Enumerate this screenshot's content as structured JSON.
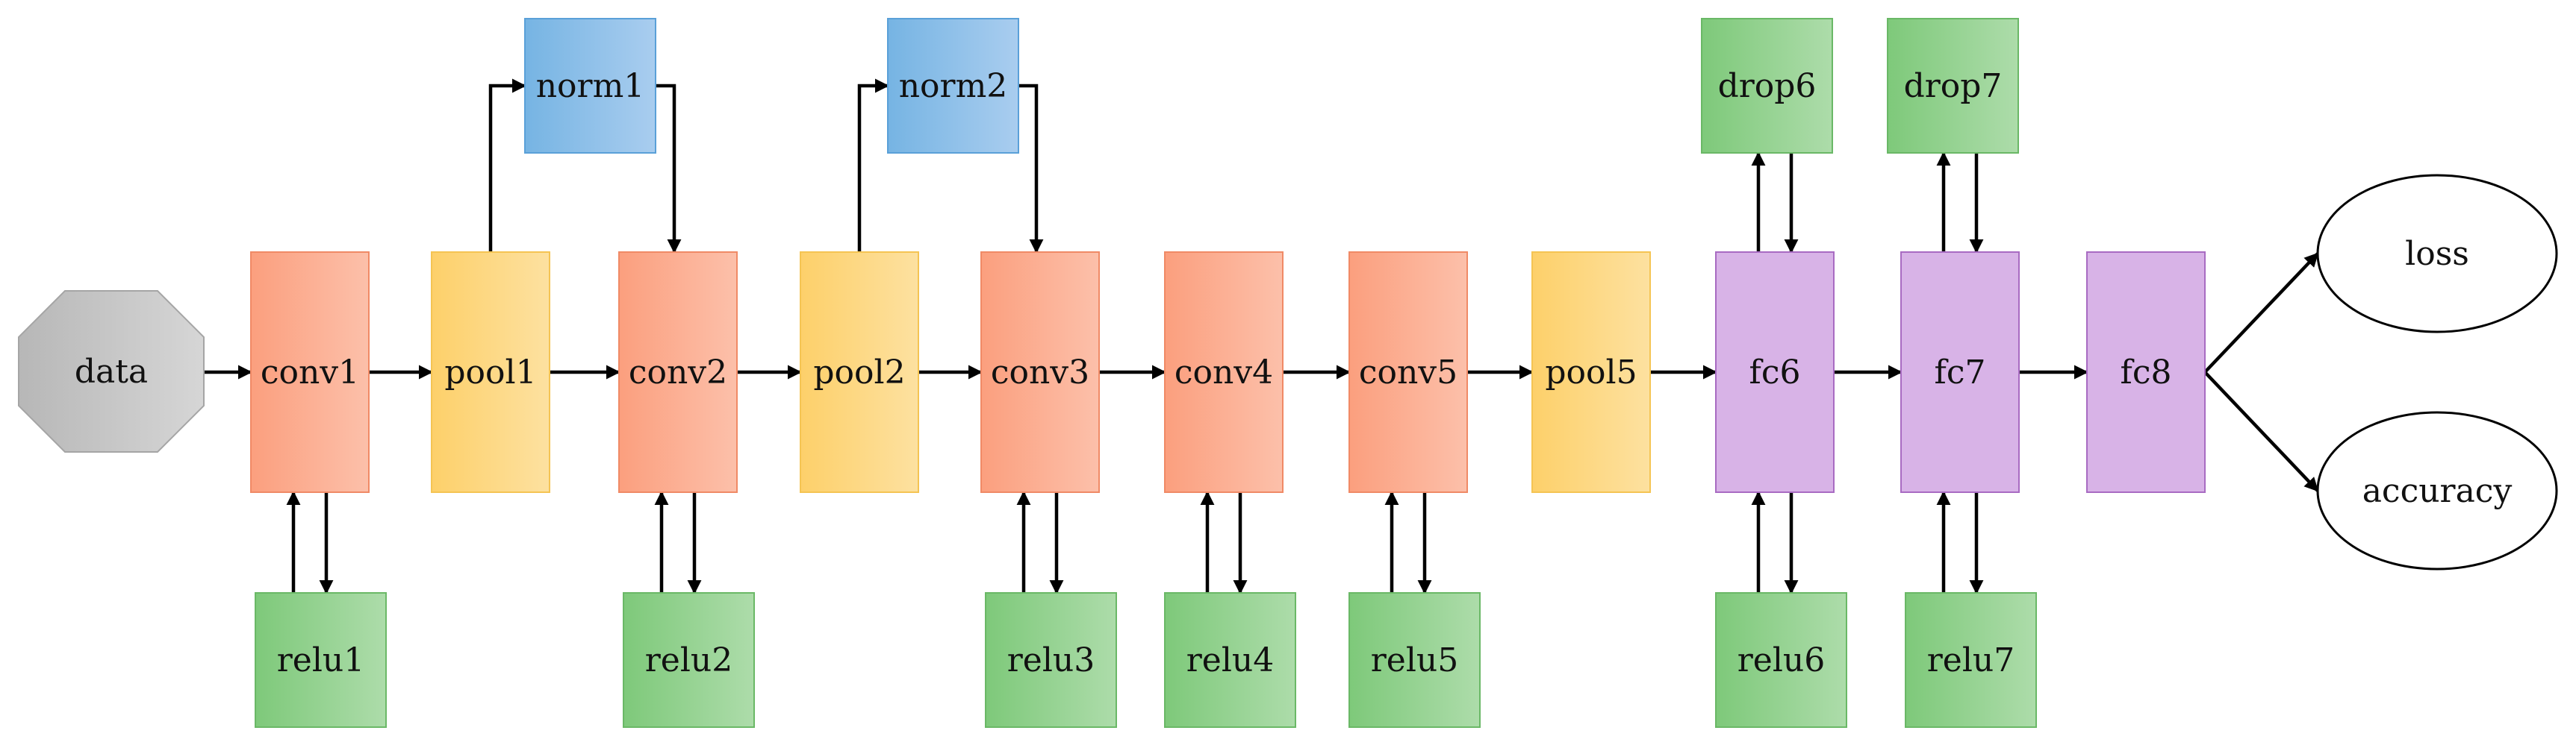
{
  "diagram": {
    "colors": {
      "conv": [
        "#fb9f7e",
        "#fcc0aa"
      ],
      "pool": [
        "#fdd06a",
        "#fde1a0"
      ],
      "norm": [
        "#76b4e3",
        "#a9cdef"
      ],
      "relu": [
        "#7ec97a",
        "#addcaa"
      ],
      "fc": [
        "#d8b3e7",
        "#d8b3e7"
      ],
      "data": [
        "#b7b7b7",
        "#d6d6d6"
      ]
    },
    "nodes": [
      {
        "id": "data",
        "label": "data",
        "kind": "data",
        "shape": "octagon"
      },
      {
        "id": "conv1",
        "label": "conv1",
        "kind": "conv",
        "shape": "rect"
      },
      {
        "id": "pool1",
        "label": "pool1",
        "kind": "pool",
        "shape": "rect"
      },
      {
        "id": "norm1",
        "label": "norm1",
        "kind": "norm",
        "shape": "rect"
      },
      {
        "id": "conv2",
        "label": "conv2",
        "kind": "conv",
        "shape": "rect"
      },
      {
        "id": "pool2",
        "label": "pool2",
        "kind": "pool",
        "shape": "rect"
      },
      {
        "id": "norm2",
        "label": "norm2",
        "kind": "norm",
        "shape": "rect"
      },
      {
        "id": "conv3",
        "label": "conv3",
        "kind": "conv",
        "shape": "rect"
      },
      {
        "id": "conv4",
        "label": "conv4",
        "kind": "conv",
        "shape": "rect"
      },
      {
        "id": "conv5",
        "label": "conv5",
        "kind": "conv",
        "shape": "rect"
      },
      {
        "id": "pool5",
        "label": "pool5",
        "kind": "pool",
        "shape": "rect"
      },
      {
        "id": "fc6",
        "label": "fc6",
        "kind": "fc",
        "shape": "rect"
      },
      {
        "id": "fc7",
        "label": "fc7",
        "kind": "fc",
        "shape": "rect"
      },
      {
        "id": "fc8",
        "label": "fc8",
        "kind": "fc",
        "shape": "rect"
      },
      {
        "id": "relu1",
        "label": "relu1",
        "kind": "relu",
        "shape": "rect"
      },
      {
        "id": "relu2",
        "label": "relu2",
        "kind": "relu",
        "shape": "rect"
      },
      {
        "id": "relu3",
        "label": "relu3",
        "kind": "relu",
        "shape": "rect"
      },
      {
        "id": "relu4",
        "label": "relu4",
        "kind": "relu",
        "shape": "rect"
      },
      {
        "id": "relu5",
        "label": "relu5",
        "kind": "relu",
        "shape": "rect"
      },
      {
        "id": "relu6",
        "label": "relu6",
        "kind": "relu",
        "shape": "rect"
      },
      {
        "id": "relu7",
        "label": "relu7",
        "kind": "relu",
        "shape": "rect"
      },
      {
        "id": "drop6",
        "label": "drop6",
        "kind": "relu",
        "shape": "rect"
      },
      {
        "id": "drop7",
        "label": "drop7",
        "kind": "relu",
        "shape": "rect"
      },
      {
        "id": "loss",
        "label": "loss",
        "kind": "output",
        "shape": "ellipse"
      },
      {
        "id": "accuracy",
        "label": "accuracy",
        "kind": "output",
        "shape": "ellipse"
      }
    ],
    "edges": [
      {
        "from": "data",
        "to": "conv1"
      },
      {
        "from": "conv1",
        "to": "pool1"
      },
      {
        "from": "pool1",
        "to": "norm1"
      },
      {
        "from": "norm1",
        "to": "conv2"
      },
      {
        "from": "pool1",
        "to": "conv2"
      },
      {
        "from": "conv2",
        "to": "pool2"
      },
      {
        "from": "pool2",
        "to": "norm2"
      },
      {
        "from": "norm2",
        "to": "conv3"
      },
      {
        "from": "pool2",
        "to": "conv3"
      },
      {
        "from": "conv3",
        "to": "conv4"
      },
      {
        "from": "conv4",
        "to": "conv5"
      },
      {
        "from": "conv5",
        "to": "pool5"
      },
      {
        "from": "pool5",
        "to": "fc6"
      },
      {
        "from": "fc6",
        "to": "fc7"
      },
      {
        "from": "fc7",
        "to": "fc8"
      },
      {
        "from": "fc8",
        "to": "loss"
      },
      {
        "from": "fc8",
        "to": "accuracy"
      },
      {
        "from": "conv1",
        "to": "relu1"
      },
      {
        "from": "relu1",
        "to": "conv1"
      },
      {
        "from": "conv2",
        "to": "relu2"
      },
      {
        "from": "relu2",
        "to": "conv2"
      },
      {
        "from": "conv3",
        "to": "relu3"
      },
      {
        "from": "relu3",
        "to": "conv3"
      },
      {
        "from": "conv4",
        "to": "relu4"
      },
      {
        "from": "relu4",
        "to": "conv4"
      },
      {
        "from": "conv5",
        "to": "relu5"
      },
      {
        "from": "relu5",
        "to": "conv5"
      },
      {
        "from": "fc6",
        "to": "relu6"
      },
      {
        "from": "relu6",
        "to": "fc6"
      },
      {
        "from": "fc7",
        "to": "relu7"
      },
      {
        "from": "relu7",
        "to": "fc7"
      },
      {
        "from": "fc6",
        "to": "drop6"
      },
      {
        "from": "drop6",
        "to": "fc6"
      },
      {
        "from": "fc7",
        "to": "drop7"
      },
      {
        "from": "drop7",
        "to": "fc7"
      }
    ]
  }
}
